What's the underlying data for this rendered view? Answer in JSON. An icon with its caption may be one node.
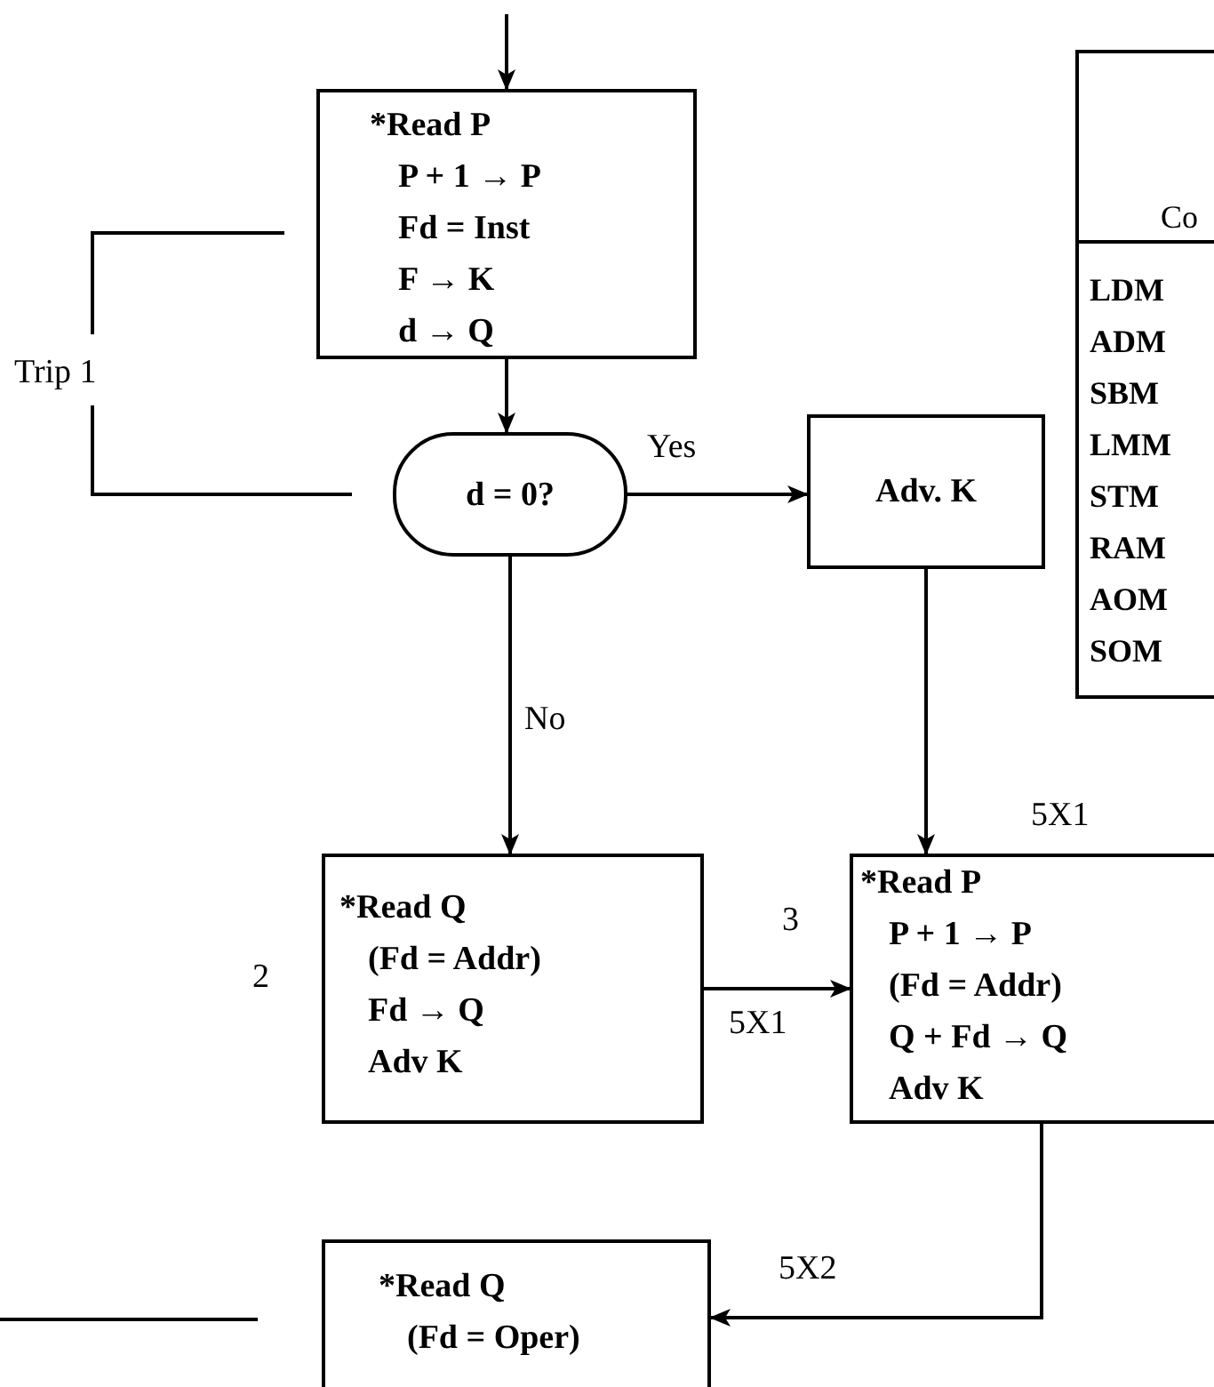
{
  "diagram": {
    "nodes": [
      {
        "text": [
          "*Read P",
          "P + 1 → P",
          "Fd = Inst",
          "F → K",
          "d → Q"
        ]
      },
      {
        "text": [
          "d = 0?"
        ]
      },
      {
        "text": [
          "Adv. K"
        ]
      },
      {
        "text": [
          "*Read Q",
          "(Fd = Addr)",
          "Fd → Q",
          "Adv K"
        ]
      },
      {
        "text": [
          "*Read P",
          "P + 1 → P",
          "(Fd = Addr)",
          "Q + Fd → Q",
          "Adv K"
        ],
        "beside": [
          "5X1"
        ]
      },
      {
        "text": [
          "*Read Q",
          "(Fd = Oper)"
        ]
      },
      {
        "text": [
          "Co",
          "LDM",
          "ADM",
          "SBM",
          "LMM",
          "STM",
          "RAM",
          "AOM",
          "SOM"
        ]
      }
    ],
    "edges": [
      {
        "from": null,
        "to": 0,
        "arrow": "to"
      },
      {
        "from": 0,
        "to": 1,
        "arrow": "to"
      },
      {
        "from": 1,
        "to": 2,
        "arrow": "to",
        "label": "Yes"
      },
      {
        "from": 1,
        "to": 3,
        "arrow": "to",
        "label": "No"
      },
      {
        "from": 2,
        "to": 4,
        "arrow": "to"
      },
      {
        "from": 3,
        "to": 4,
        "arrow": "to",
        "label": "3"
      },
      {
        "from": 4,
        "to": 5,
        "arrow": "to",
        "label": "5X2"
      }
    ],
    "labels": [
      "Trip 1",
      "2",
      "5X1"
    ]
  }
}
